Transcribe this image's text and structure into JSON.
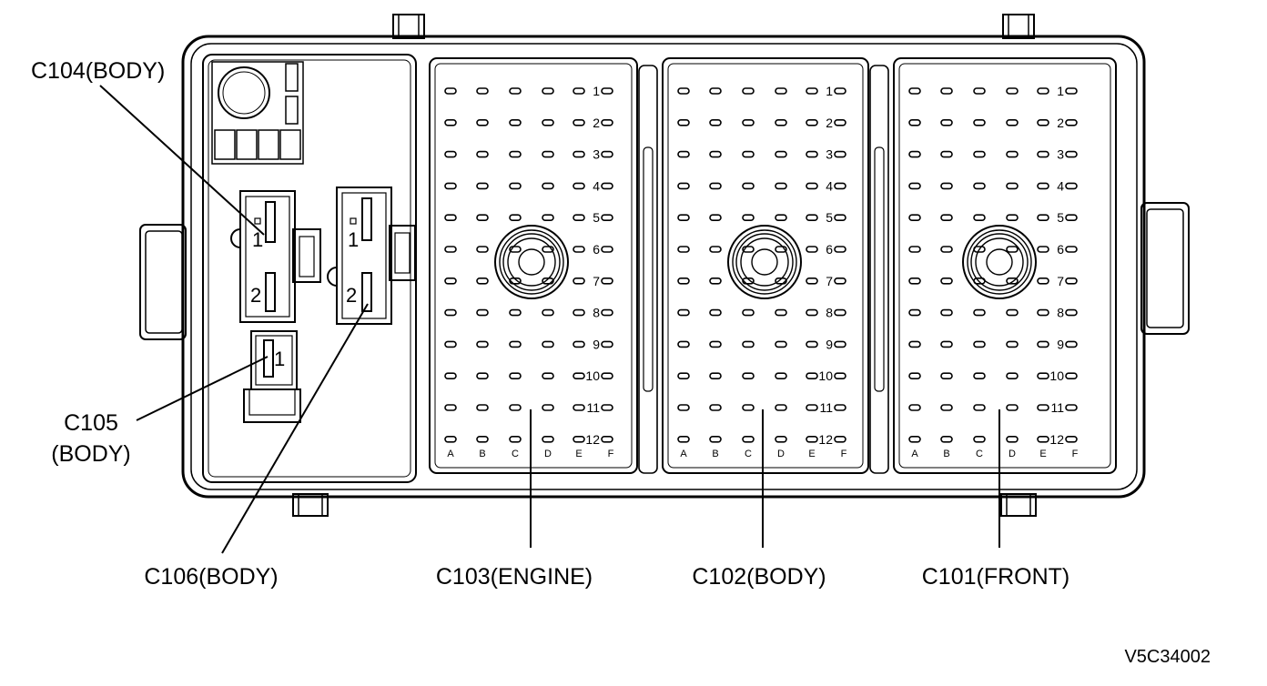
{
  "labels": {
    "c101": "C101(FRONT)",
    "c102": "C102(BODY)",
    "c103": "C103(ENGINE)",
    "c104": "C104(BODY)",
    "c105_line1": "C105",
    "c105_line2": "(BODY)",
    "c106": "C106(BODY)",
    "figure_code": "V5C34002"
  },
  "connector_grid": {
    "rows": [
      "1",
      "2",
      "3",
      "4",
      "5",
      "6",
      "7",
      "8",
      "9",
      "10",
      "11",
      "12"
    ],
    "columns": [
      "A",
      "B",
      "C",
      "D",
      "E",
      "F"
    ]
  },
  "small_connectors": {
    "c104_terminals": [
      "1",
      "2"
    ],
    "c105_terminals": [
      "1"
    ],
    "c106_terminals": [
      "1",
      "2"
    ]
  }
}
